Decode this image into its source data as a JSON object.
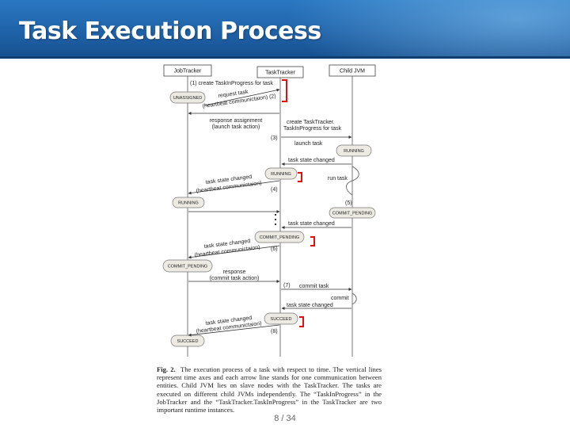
{
  "slide": {
    "title": "Task Execution Process",
    "page_number": "8 / 34"
  },
  "diagram": {
    "actors": [
      "JobTracker",
      "TaskTracker",
      "Child JVM"
    ],
    "states": {
      "jt_unassigned": "UNASSIGNED",
      "jt_running": "RUNNING",
      "jt_commit_pending": "COMMIT_PENDING",
      "jt_succeed": "SUCCEED",
      "tt_running": "RUNNING",
      "tt_commit_pending": "COMMIT_PENDING",
      "tt_succeed": "SUCCEED",
      "cj_running": "RUNNING",
      "cj_commit_pending": "COMMIT_PENDING"
    },
    "labels": {
      "m1": "(1) create TaskInProgress for task",
      "m2a": "request task",
      "m2b": "(heartbeat communictaion) (2)",
      "m3a": "response assignment",
      "m3b": "(launch task action)",
      "m3c": "create TaskTracker.",
      "m3d": "TaskInProgress for task",
      "m3e": "(3)",
      "m_launch": "launch task",
      "m_tsc1": "task state changed",
      "m_runtask": "run task",
      "m4a": "task state changed",
      "m4b": "(heartbeat communictaion)",
      "m4c": "(4)",
      "m5": "(5)",
      "m_tsc2": "task state changed",
      "m6a": "task state changed",
      "m6b": "(heartbeat communictaion)",
      "m6c": "(6)",
      "m7a": "response",
      "m7b": "(commit task action)",
      "m7c": "(7)",
      "m_commit_task": "commit task",
      "m_commit": "commit",
      "m_tsc3": "task state changed",
      "m8a": "task state changed",
      "m8b": "(heartbeat communictaion)",
      "m8c": "(8)"
    }
  },
  "caption": {
    "label": "Fig. 2.",
    "text": "The execution process of a task with respect to time. The vertical lines represent time axes and each arrow line stands for one communication between entities. Child JVM lies on slave nodes with the TaskTracker. The tasks are executed on different child JVMs independently. The “TaskInProgress” in the JobTracker and the “TaskTracker.TaskInProgress” in the TaskTracker are two important runtime instances."
  },
  "colors": {
    "header_blue": "#1f62a8",
    "bracket_red": "#e01010"
  }
}
